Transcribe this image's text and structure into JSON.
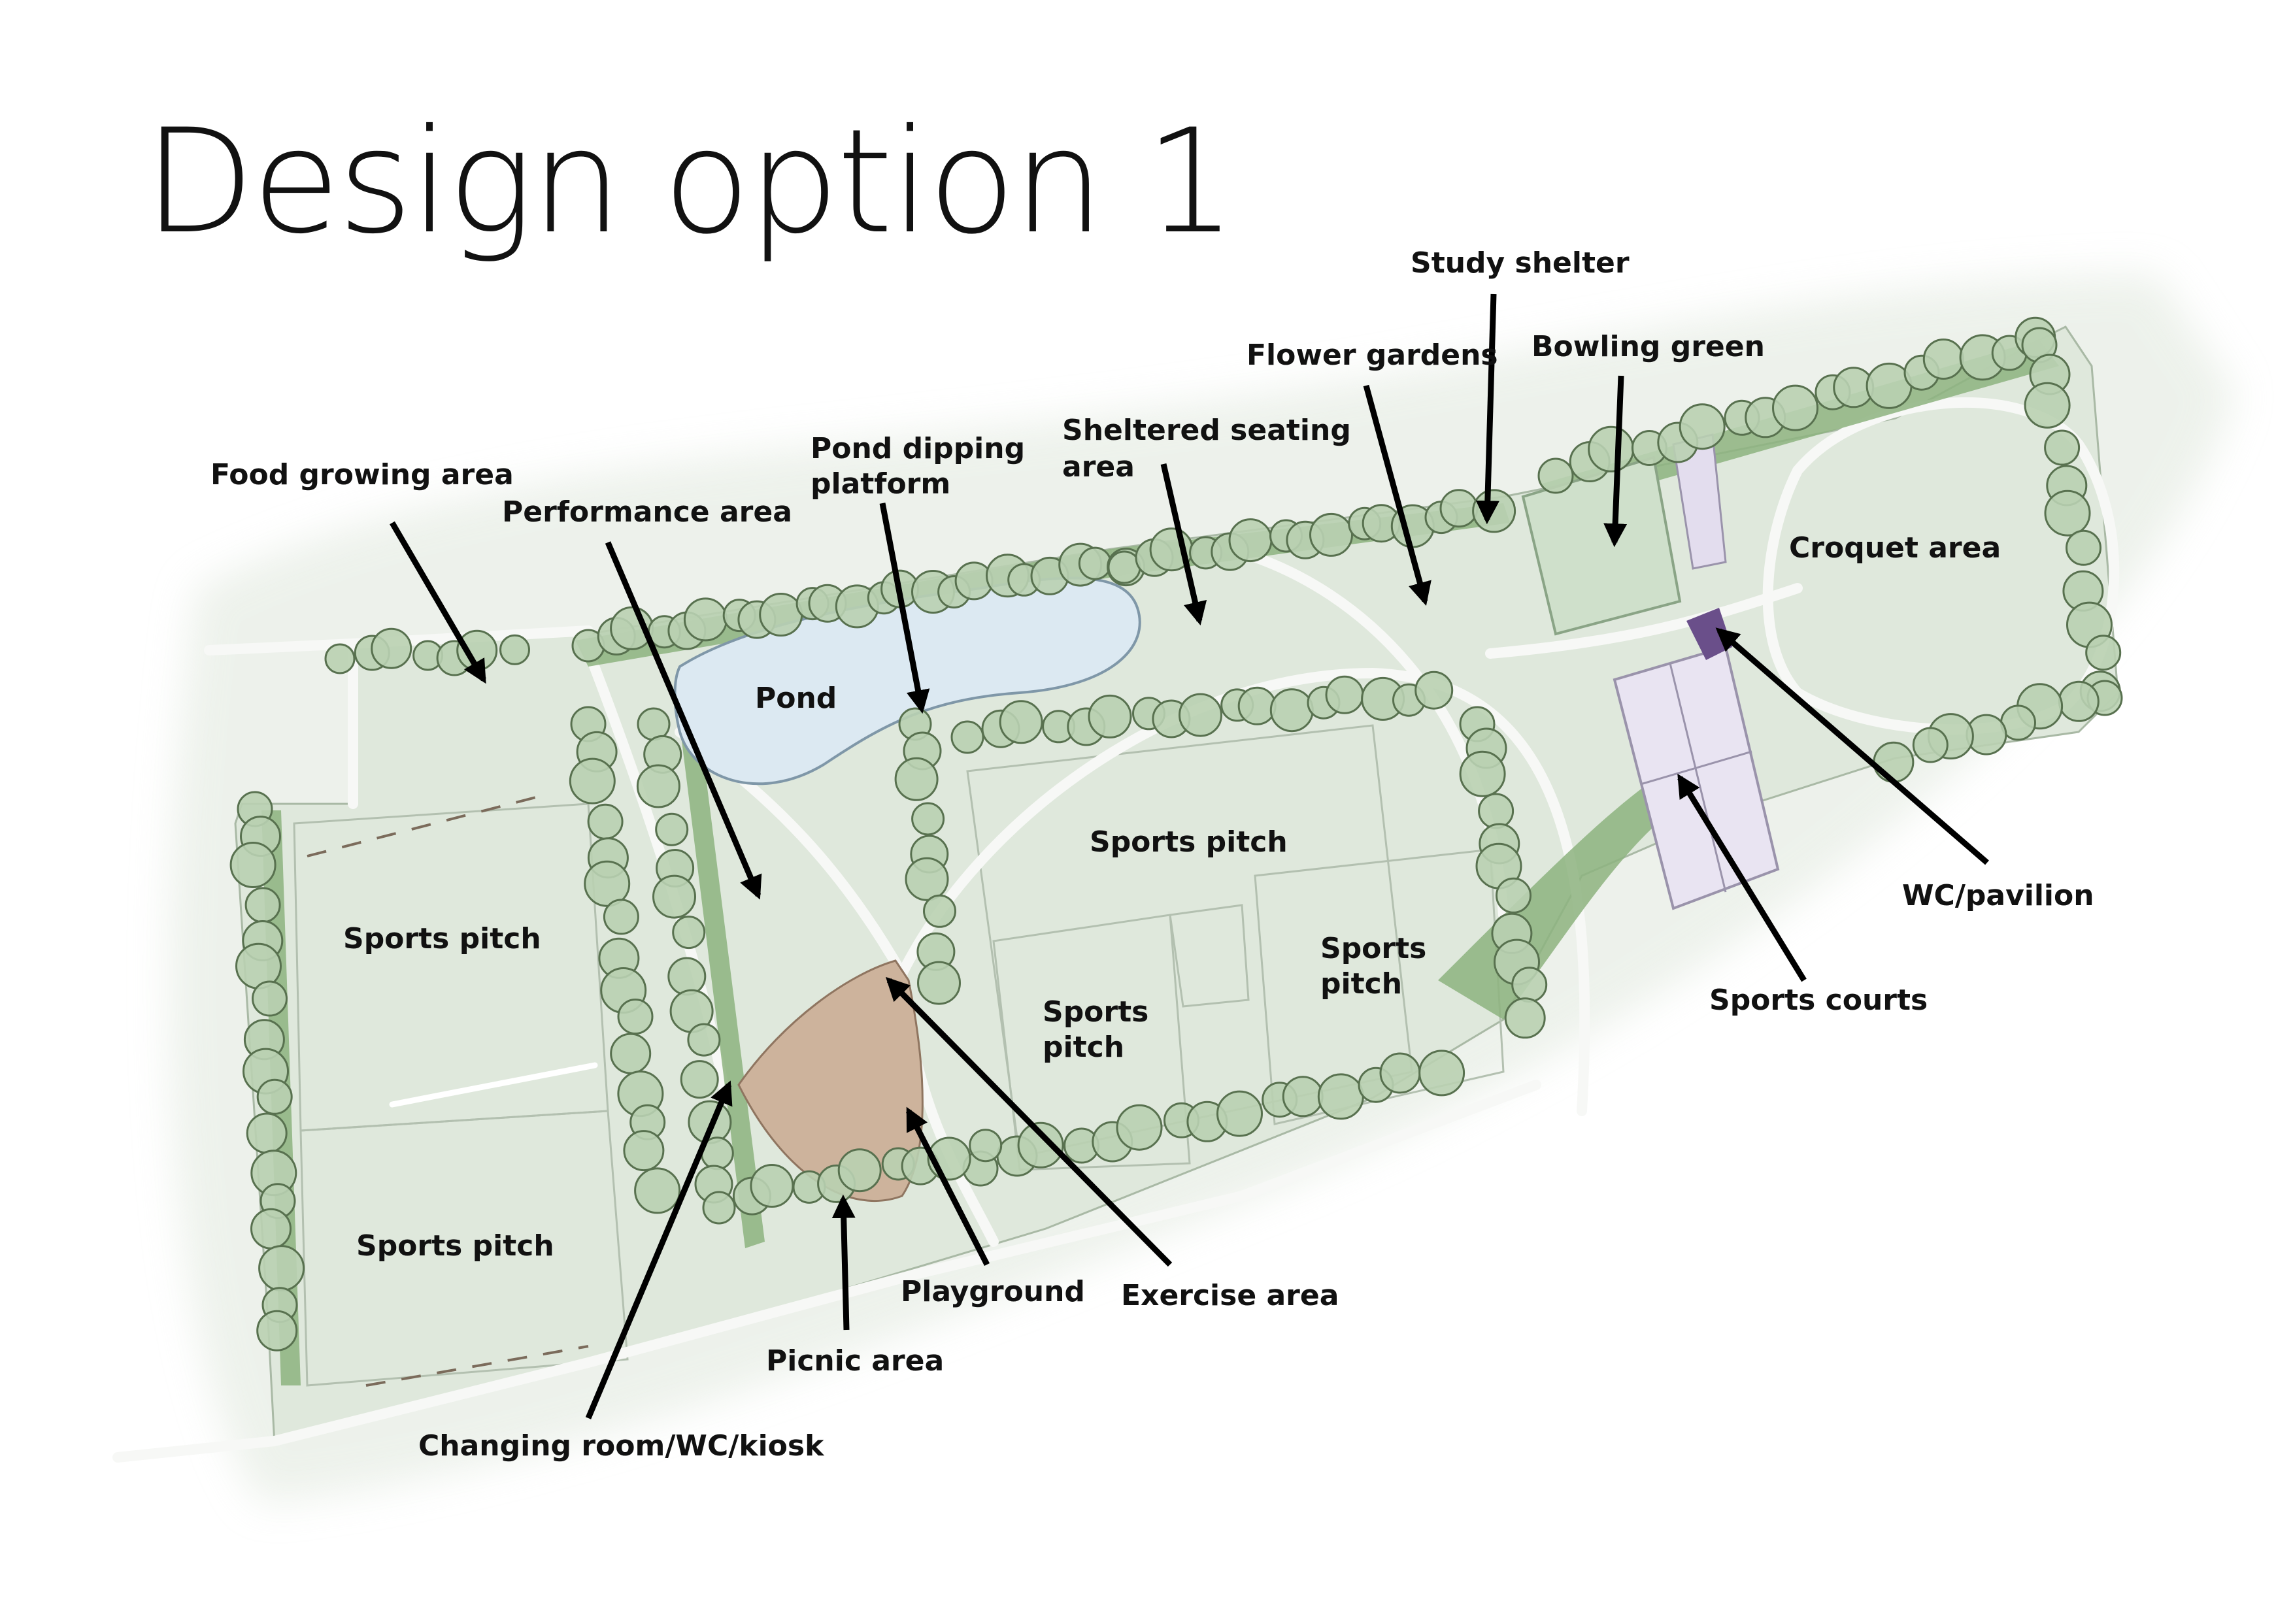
{
  "title": "Design option 1",
  "colors": {
    "grass": "#dfe8dc",
    "grass_dark": "#cfdccb",
    "path": "#f4f6f2",
    "tree_fill": "#b9d0b1",
    "tree_stroke": "#58714f",
    "hedge": "#8db37f",
    "pond": "#dce9f2",
    "play": "#cdb39c",
    "courts": "#e9e4f2",
    "pavilion": "#6a4f8a",
    "bowling": "#cfe0cb",
    "arrow": "#000000"
  },
  "labels": {
    "food_growing": "Food growing area",
    "performance": "Performance area",
    "pond_dipping": "Pond dipping",
    "pond_dipping_2": "platform",
    "sheltered": "Sheltered seating",
    "sheltered_2": "area",
    "flower": "Flower gardens",
    "study": "Study shelter",
    "bowling": "Bowling green",
    "croquet": "Croquet area",
    "pond": "Pond",
    "sports_pitch_top": "Sports pitch",
    "sports_pitch_left_upper": "Sports pitch",
    "sports_pitch_left_lower": "Sports pitch",
    "sports_pitch_mid_a": "Sports",
    "sports_pitch_mid_b": "pitch",
    "sports_pitch_right_a": "Sports",
    "sports_pitch_right_b": "pitch",
    "wc_pavilion": "WC/pavilion",
    "sports_courts": "Sports courts",
    "playground": "Playground",
    "exercise": "Exercise area",
    "picnic": "Picnic area",
    "changing": "Changing room/WC/kiosk"
  }
}
